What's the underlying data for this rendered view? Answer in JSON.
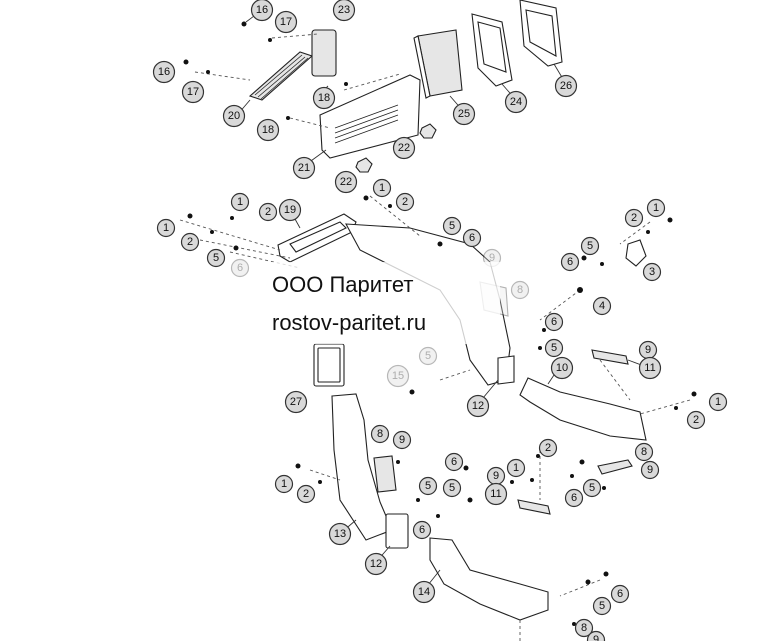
{
  "watermark": {
    "line1": "ООО Паритет",
    "line2": "rostov-paritet.ru"
  },
  "callout_labels": [
    "1",
    "2",
    "3",
    "4",
    "5",
    "6",
    "8",
    "9",
    "10",
    "11",
    "12",
    "13",
    "14",
    "15",
    "16",
    "17",
    "18",
    "19",
    "20",
    "21",
    "22",
    "23",
    "24",
    "25",
    "26",
    "27"
  ],
  "colors": {
    "callout_fill": "#d9d9d9",
    "line": "#222222"
  }
}
